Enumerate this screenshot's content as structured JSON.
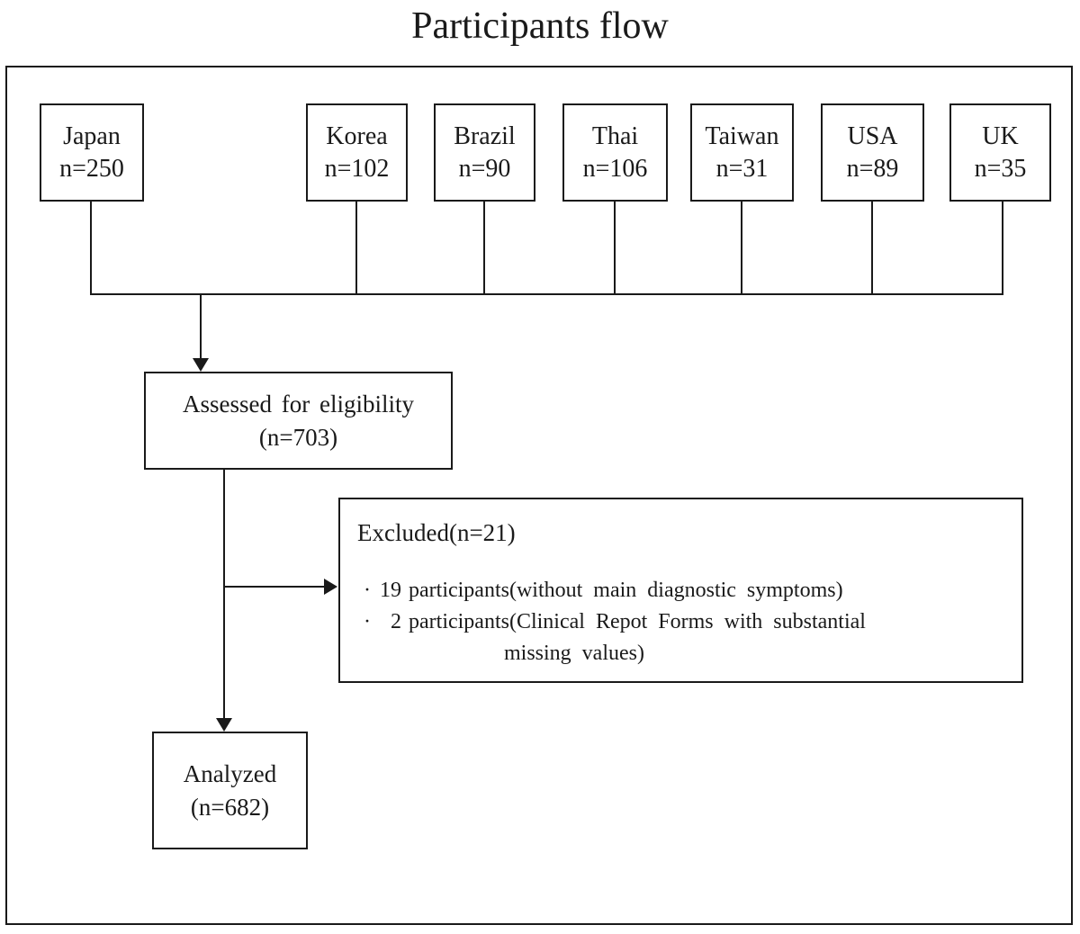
{
  "title": "Participants flow",
  "countries": [
    {
      "name": "Japan",
      "n": "n=250"
    },
    {
      "name": "Korea",
      "n": "n=102"
    },
    {
      "name": "Brazil",
      "n": "n=90"
    },
    {
      "name": "Thai",
      "n": "n=106"
    },
    {
      "name": "Taiwan",
      "n": "n=31"
    },
    {
      "name": "USA",
      "n": "n=89"
    },
    {
      "name": "UK",
      "n": "n=35"
    }
  ],
  "assessed": {
    "label": "Assessed for eligibility",
    "n": "(n=703)"
  },
  "excluded": {
    "header": "Excluded(n=21)",
    "items": [
      {
        "bullet": "·",
        "count": "19",
        "text": "participants(without main diagnostic symptoms)"
      },
      {
        "bullet": "·",
        "count": "2",
        "text": "participants(Clinical Repot Forms with substantial",
        "text_cont": "missing values)"
      }
    ]
  },
  "analyzed": {
    "label": "Analyzed",
    "n": "(n=682)"
  },
  "colors": {
    "line": "#1a1a1a",
    "background": "#ffffff"
  }
}
